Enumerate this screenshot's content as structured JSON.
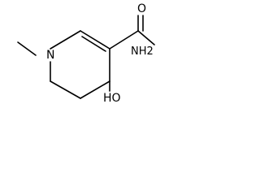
{
  "molecule": {
    "labels": {
      "ring_nitrogen": "N",
      "carbonyl_oxygen": "O",
      "amide_group": "NH2",
      "hydroxyl_group": "HO"
    },
    "colors": {
      "bond": "#000000",
      "text": "#000000",
      "background": "#ffffff"
    }
  }
}
